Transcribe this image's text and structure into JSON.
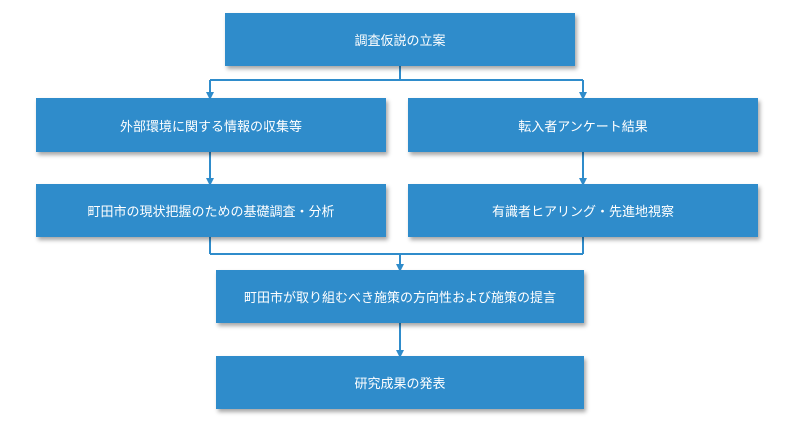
{
  "colors": {
    "box_fill": "#2f8ccb",
    "box_text": "#ffffff",
    "connector": "#2f8ccb"
  },
  "nodes": {
    "top": "調査仮説の立案",
    "left_1": "外部環境に関する情報の収集等",
    "right_1": "転入者アンケート結果",
    "left_2": "町田市の現状把握のための基礎調査・分析",
    "right_2": "有識者ヒアリング・先進地視察",
    "middle": "町田市が取り組むべき施策の方向性および施策の提言",
    "bottom": "研究成果の発表"
  }
}
